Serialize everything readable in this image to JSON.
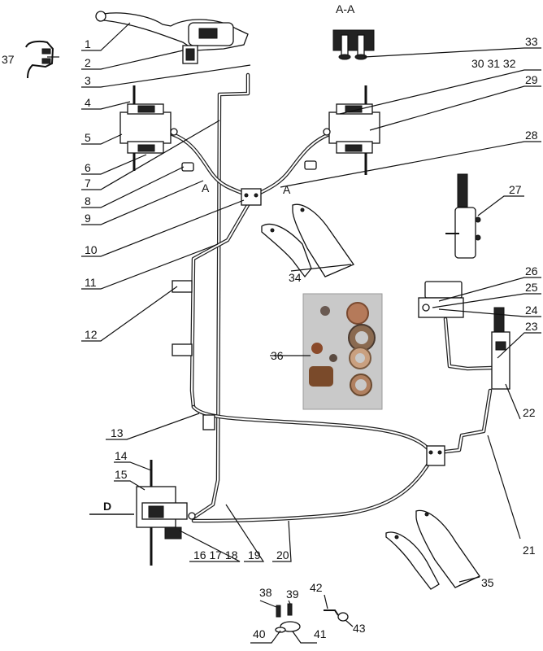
{
  "section": {
    "title": "A-A",
    "marker_a": "A",
    "marker_d": "D"
  },
  "callouts": [
    "1",
    "2",
    "3",
    "4",
    "5",
    "6",
    "7",
    "8",
    "9",
    "10",
    "11",
    "12",
    "13",
    "14",
    "15",
    "16 17 18",
    "19",
    "20",
    "21",
    "22",
    "23",
    "24",
    "25",
    "26",
    "27",
    "28",
    "29",
    "30 31 32",
    "33",
    "34",
    "35",
    "36",
    "37",
    "38",
    "39",
    "40",
    "41",
    "42",
    "43"
  ],
  "colors": {
    "ink": "#111111",
    "photo": "#c9c9c9"
  }
}
